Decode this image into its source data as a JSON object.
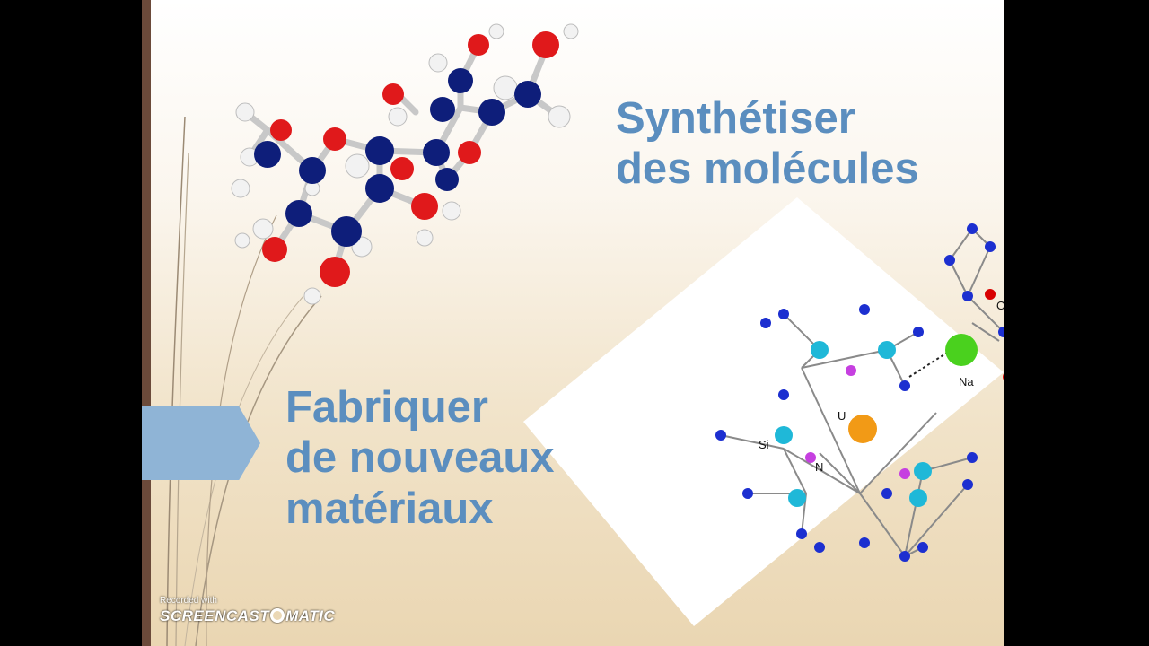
{
  "slide": {
    "heading_top": [
      "Synthétiser",
      "des molécules"
    ],
    "heading_bottom": [
      "Fabriquer",
      "de nouveaux",
      "matériaux"
    ],
    "complex_labels": {
      "oxygen": "O",
      "sodium": "Na",
      "uranium": "U",
      "silicon": "Si",
      "nitrogen": "N"
    },
    "colors": {
      "heading": "#5b8ebf",
      "accent_tab": "#8fb4d6",
      "left_bar": "#6b4a3a"
    }
  },
  "watermark": {
    "recorded_with": "Recorded with",
    "brand_left": "SCREENCAST",
    "brand_right": "MATIC"
  }
}
